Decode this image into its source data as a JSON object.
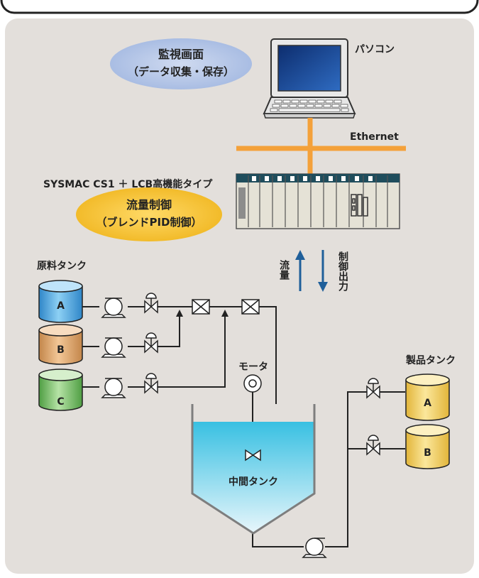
{
  "pc": {
    "label": "パソコン"
  },
  "monitor": {
    "line1": "監視画面",
    "line2": "（データ収集・保存）"
  },
  "network": {
    "label": "Ethernet"
  },
  "controller": {
    "label": "SYSMAC CS1 ＋ LCB高機能タイプ",
    "function_line1": "流量制御",
    "function_line2": "（ブレンドPID制御）"
  },
  "signals": {
    "flow": "流量",
    "output": "制御出力"
  },
  "raw_tanks": {
    "title": "原料タンク",
    "items": [
      "A",
      "B",
      "C"
    ]
  },
  "motor": {
    "label": "モータ"
  },
  "intermediate_tank": {
    "label": "中間タンク"
  },
  "product_tanks": {
    "title": "製品タンク",
    "items": [
      "A",
      "B"
    ]
  },
  "colors": {
    "background": "#e3dfdb",
    "ellipse_monitor": "#b5c6e5",
    "ellipse_control": "#f5c53c",
    "ethernet": "#f4a13a",
    "arrows": "#1f5f9a",
    "tank_a": "#4aa4dd",
    "tank_b": "#d9a05d",
    "tank_c": "#6fba5d",
    "tank_product": "#f1cc55",
    "liquid": "#44c6e4"
  }
}
